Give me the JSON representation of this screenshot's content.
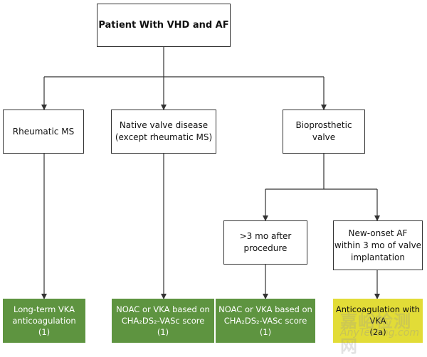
{
  "colors": {
    "green": "#5e9440",
    "yellow": "#e2dc37",
    "line": "#333333"
  },
  "root": {
    "label": "Patient With VHD and AF"
  },
  "categories": {
    "rheumatic": "Rheumatic MS",
    "native": "Native valve disease\n(except rheumatic MS)",
    "bioprosthetic": "Bioprosthetic\nvalve"
  },
  "bioprosthetic_branches": {
    "after3": ">3 mo after\nprocedure",
    "new_onset": "New-onset AF\nwithin 3 mo of valve\nimplantation"
  },
  "recommendations": {
    "r1": "Long-term VKA\nanticoagulation\n(1)",
    "r2": "NOAC or VKA based on\nCHA₂DS₂-VASc score\n(1)",
    "r3": "NOAC or VKA based on\nCHA₂DS₂-VASc score\n(1)",
    "r4": "Anticoagulation with\nVKA\n(2a)"
  },
  "watermark": {
    "cn": "嘉峪检测网",
    "en": "AnyTesting.com"
  }
}
